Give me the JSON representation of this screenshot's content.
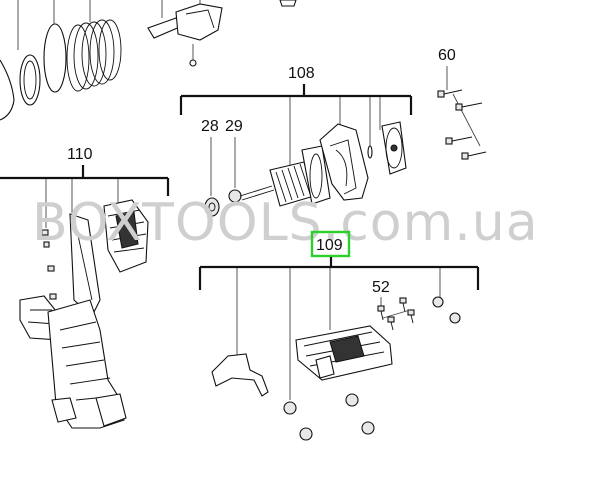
{
  "diagram": {
    "watermark": "BOXTOOLS.com.ua",
    "labels": {
      "group_108": "108",
      "part_28": "28",
      "part_29": "29",
      "part_60": "60",
      "group_110": "110",
      "group_109": "109",
      "part_52": "52"
    },
    "highlight_color": "#2bd12b"
  }
}
